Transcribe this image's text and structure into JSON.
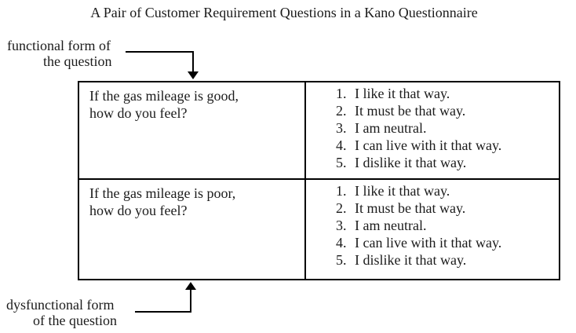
{
  "figure": {
    "title": "A Pair of Customer Requirement Questions in a Kano Questionnaire"
  },
  "labels": {
    "functional": {
      "line1": "functional form of",
      "line2": "the question"
    },
    "dysfunctional": {
      "line1": "dysfunctional form",
      "line2": "of the question"
    }
  },
  "table": {
    "rows": [
      {
        "question_line1": "If the gas mileage is good,",
        "question_line2": "how do you feel?",
        "options": [
          {
            "num": "1.",
            "text": "I like it that way."
          },
          {
            "num": "2.",
            "text": "It must be that way."
          },
          {
            "num": "3.",
            "text": "I am neutral."
          },
          {
            "num": "4.",
            "text": "I can live with it that way."
          },
          {
            "num": "5.",
            "text": "I dislike it that way."
          }
        ]
      },
      {
        "question_line1": "If the gas mileage is poor,",
        "question_line2": "how do you feel?",
        "options": [
          {
            "num": "1.",
            "text": "I like it that way."
          },
          {
            "num": "2.",
            "text": "It must be that way."
          },
          {
            "num": "3.",
            "text": "I am neutral."
          },
          {
            "num": "4.",
            "text": "I can live with it that way."
          },
          {
            "num": "5.",
            "text": "I dislike it that way."
          }
        ]
      }
    ]
  },
  "colors": {
    "background": "#ffffff",
    "text": "#1b1b1b",
    "border": "#000000",
    "arrow": "#000000"
  }
}
